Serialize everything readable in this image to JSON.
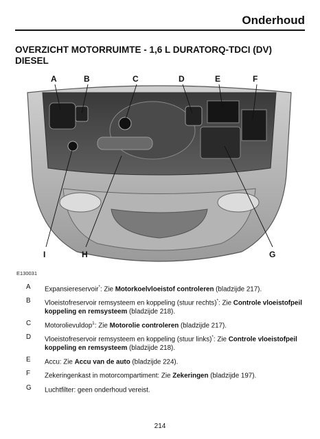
{
  "header": {
    "title": "Onderhoud"
  },
  "section": {
    "title_line1": "OVERZICHT MOTORRUIMTE - 1,6 L DURATORQ-TDCI (DV)",
    "title_line2": "DIESEL"
  },
  "figure": {
    "id": "E130031",
    "callouts_top": [
      "A",
      "B",
      "C",
      "D",
      "E",
      "F"
    ],
    "callouts_bottom": [
      "I",
      "H",
      "G"
    ]
  },
  "legend": [
    {
      "letter": "A",
      "pre": "Expansiereservoir",
      "sup": "*",
      "mid": ": Zie ",
      "bold": "Motorkoelvloeistof controleren",
      "post": " (bladzijde 217)."
    },
    {
      "letter": "B",
      "pre": "Vloeistofreservoir remsysteem en koppeling (stuur rechts)",
      "sup": "*",
      "mid": ": Zie ",
      "bold": "Controle vloeistofpeil koppeling en remsysteem",
      "post": " (bladzijde 218)."
    },
    {
      "letter": "C",
      "pre": "Motorolievuldop",
      "sup": "1",
      "mid": ": Zie ",
      "bold": "Motorolie controleren",
      "post": " (bladzijde 217)."
    },
    {
      "letter": "D",
      "pre": "Vloeistofreservoir remsysteem en koppeling (stuur links)",
      "sup": "*",
      "mid": ": Zie ",
      "bold": "Controle vloeistofpeil koppeling en remsysteem",
      "post": " (bladzijde 218)."
    },
    {
      "letter": "E",
      "pre": "Accu:  Zie ",
      "sup": "",
      "mid": "",
      "bold": "Accu van de auto",
      "post": " (bladzijde 224)."
    },
    {
      "letter": "F",
      "pre": "Zekeringenkast in motorcompartiment:  Zie ",
      "sup": "",
      "mid": "",
      "bold": "Zekeringen",
      "post": " (bladzijde 197)."
    },
    {
      "letter": "G",
      "pre": "Luchtfilter: geen onderhoud vereist.",
      "sup": "",
      "mid": "",
      "bold": "",
      "post": ""
    }
  ],
  "page_number": "214"
}
